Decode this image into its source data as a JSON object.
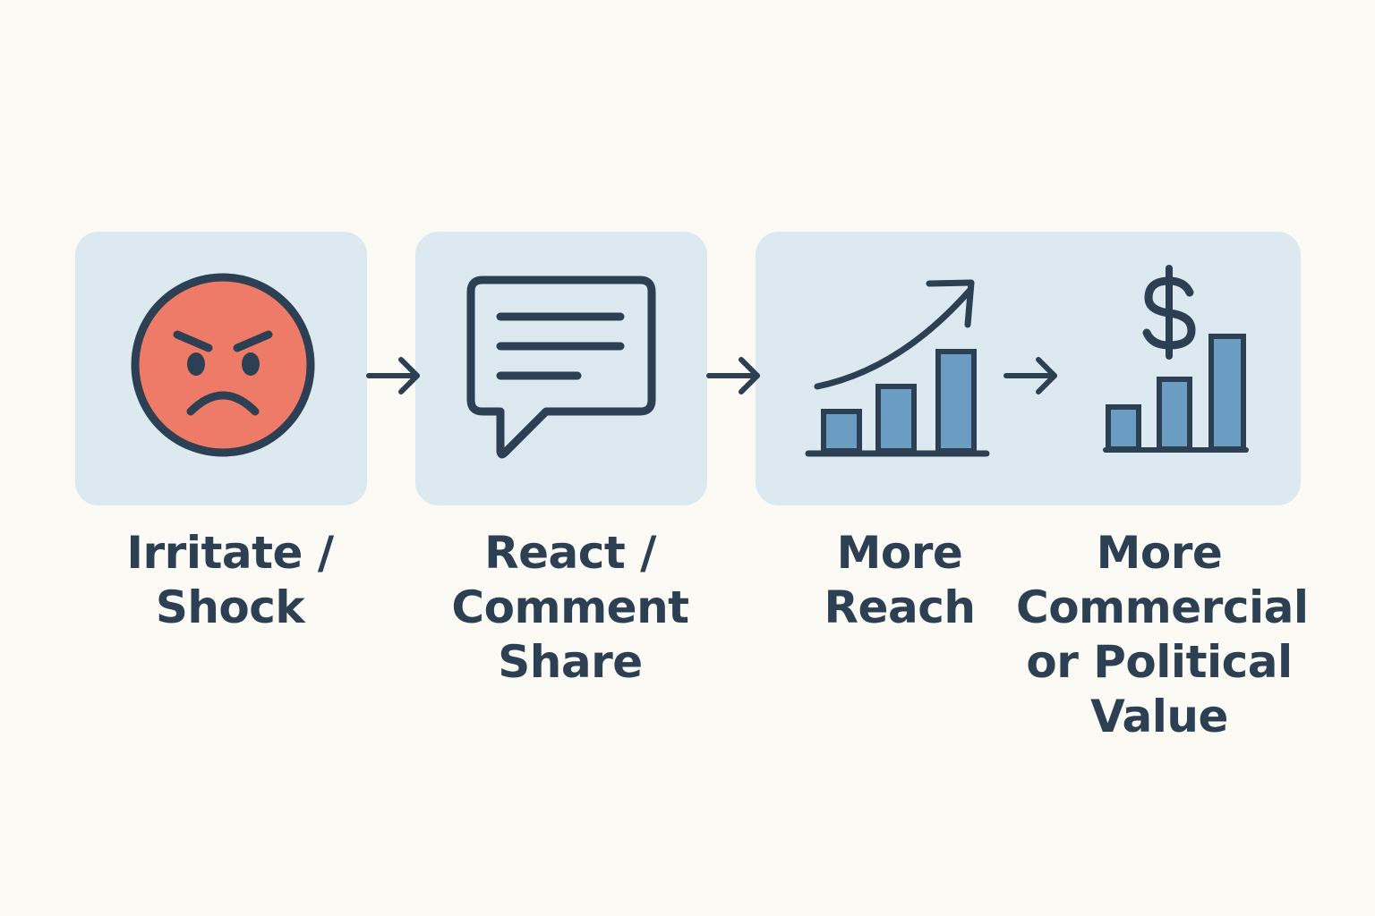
{
  "steps": [
    {
      "icon": "angry-face-icon",
      "label_lines": [
        "Irritate /",
        "Shock"
      ]
    },
    {
      "icon": "speech-bubble-icon",
      "label_lines": [
        "React /",
        "Comment",
        "Share"
      ]
    },
    {
      "icon": "growth-chart-icon",
      "label_lines": [
        "More",
        "Reach"
      ]
    },
    {
      "icon": "dollar-chart-icon",
      "label_lines": [
        "More",
        "Commercial",
        "or Political",
        "Value"
      ]
    }
  ],
  "colors": {
    "background": "#fbfaf5",
    "panel": "#dde9f0",
    "stroke": "#2d3f52",
    "face": "#ee7b68",
    "bars": "#6b9cc2"
  }
}
